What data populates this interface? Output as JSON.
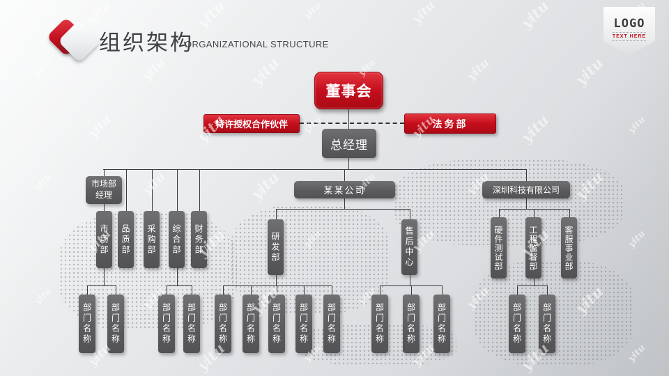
{
  "header": {
    "title": "组织架构",
    "subtitle": "ORGANIZATIONAL STRUCTURE",
    "logo_text": "LOGO",
    "logo_subtext": "TEXT HERE"
  },
  "watermark": {
    "text": "yitu"
  },
  "colors": {
    "accent_red": "#c60f1d",
    "node_gray": "#5c5c5e",
    "line": "#3a3a3e",
    "background": "#e3e5e7"
  },
  "chart_data": {
    "type": "org-chart",
    "root": "董事会",
    "dashed_row": {
      "left": "特许授权合作伙伴",
      "right": "法务部"
    },
    "general_manager": "总经理",
    "marketing_manager": "市场部经理",
    "company_left": "某某公司",
    "company_right": "深圳科技有限公司",
    "departments": [
      "市场部",
      "品质部",
      "采购部",
      "综合部",
      "财务部",
      "研发部",
      "售后中心",
      "硬件测试部",
      "工程监督部",
      "客服事业部"
    ],
    "leaf_label": "部门名称",
    "leaf_groups": {
      "市场部": 2,
      "综合部": 2,
      "研发部": 5,
      "售后中心": 3,
      "工程监督部": 2
    }
  }
}
